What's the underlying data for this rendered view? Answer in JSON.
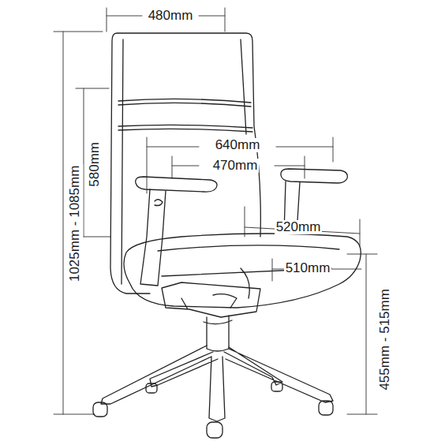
{
  "diagram": {
    "labels": [
      "480mm",
      "640mm",
      "470mm",
      "580mm",
      "1025mm - 1085mm",
      "520mm",
      "510mm",
      "455mm - 515mm"
    ]
  }
}
